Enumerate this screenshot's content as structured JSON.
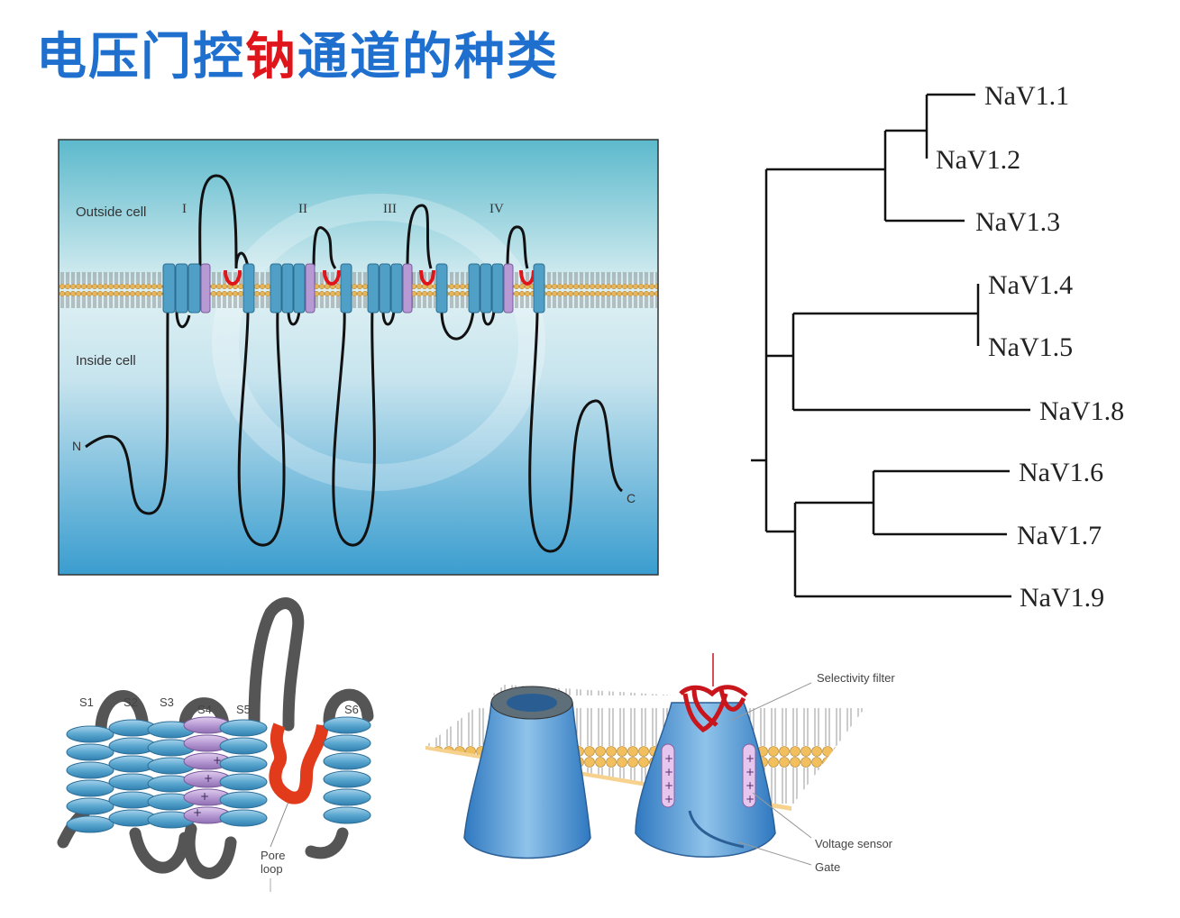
{
  "title": {
    "part1": "电压门控",
    "highlight": "钠",
    "part2": "通道的种类"
  },
  "topology": {
    "outside_label": "Outside cell",
    "inside_label": "Inside cell",
    "domains": [
      "I",
      "II",
      "III",
      "IV"
    ],
    "n_label": "N",
    "c_label": "C"
  },
  "tree": {
    "leaves": [
      "NaV1.1",
      "NaV1.2",
      "NaV1.3",
      "NaV1.4",
      "NaV1.5",
      "NaV1.8",
      "NaV1.6",
      "NaV1.7",
      "NaV1.9"
    ]
  },
  "segments": {
    "labels": [
      "S1",
      "S2",
      "S3",
      "S4",
      "S5",
      "S6"
    ],
    "pore_label_1": "Pore",
    "pore_label_2": "loop"
  },
  "channel": {
    "selectivity_filter": "Selectivity filter",
    "voltage_sensor": "Voltage sensor",
    "gate": "Gate"
  },
  "colors": {
    "title_blue": "#1f6fcf",
    "title_red": "#e0151b",
    "helix_blue": "#4f9fc6",
    "voltage_sensor_purple": "#b79ad4",
    "pore_red": "#e23b1c",
    "lipid_head": "#e8b65a"
  }
}
